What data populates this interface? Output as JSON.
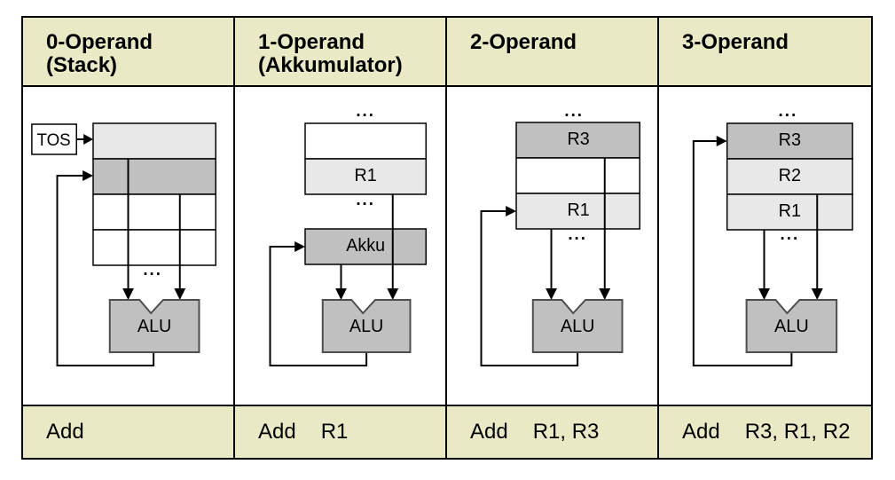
{
  "diagram": {
    "ellipsis": "...",
    "tos_label": "TOS",
    "columns": [
      {
        "header_line1": "0-Operand",
        "header_line2": "(Stack)",
        "alu_label": "ALU",
        "cells": [
          "",
          "",
          "",
          ""
        ],
        "instruction": {
          "mnemonic": "Add",
          "operands": ""
        }
      },
      {
        "header_line1": "1-Operand",
        "header_line2": "(Akkumulator)",
        "alu_label": "ALU",
        "cells": [
          "",
          "R1"
        ],
        "akku_label": "Akku",
        "instruction": {
          "mnemonic": "Add",
          "operands": "R1"
        }
      },
      {
        "header_line1": "2-Operand",
        "header_line2": "",
        "alu_label": "ALU",
        "cells": [
          "R3",
          "",
          "R1"
        ],
        "instruction": {
          "mnemonic": "Add",
          "operands": "R1, R3"
        }
      },
      {
        "header_line1": "3-Operand",
        "header_line2": "",
        "alu_label": "ALU",
        "cells": [
          "R3",
          "R2",
          "R1"
        ],
        "instruction": {
          "mnemonic": "Add",
          "operands": "R3, R1, R2"
        }
      }
    ],
    "colors": {
      "table_bg": "#e9e9c5",
      "cell_white": "#ffffff",
      "cell_light": "#e8e8e8",
      "cell_dark": "#c0c0c0",
      "alu_fill": "#c0c0c0",
      "alu_border": "#4d4d4d",
      "line": "#000000"
    }
  }
}
